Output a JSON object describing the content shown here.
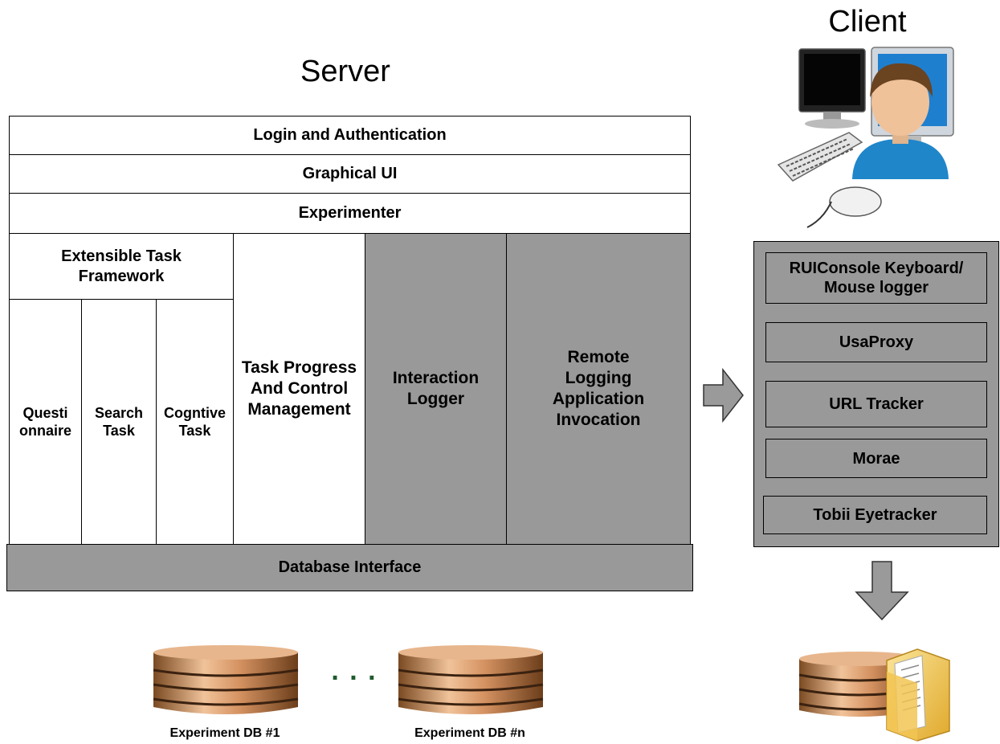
{
  "server": {
    "title": "Server",
    "login": "Login and Authentication",
    "gui": "Graphical UI",
    "experimenter": "Experimenter",
    "extensible_framework": "Extensible Task Framework",
    "questionnaire": "Questi onnaire",
    "search_task": "Search Task",
    "cognitive_task": "Cogntive Task",
    "task_progress": "Task Progress And Control Management",
    "interaction_logger": "Interaction Logger",
    "remote_logging": "Remote Logging Application Invocation",
    "database_interface": "Database Interface"
  },
  "databases": {
    "db1_label": "Experiment DB #1",
    "dbn_label": "Experiment DB #n",
    "ellipsis": ". . ."
  },
  "client": {
    "title": "Client",
    "modules": [
      "RUIConsole Keyboard/ Mouse logger",
      "UsaProxy",
      "URL Tracker",
      "Morae",
      "Tobii Eyetracker"
    ]
  },
  "colors": {
    "gray_box": "#999999",
    "db_gold": "#c98a4a",
    "dots": "#1e5b2e"
  }
}
